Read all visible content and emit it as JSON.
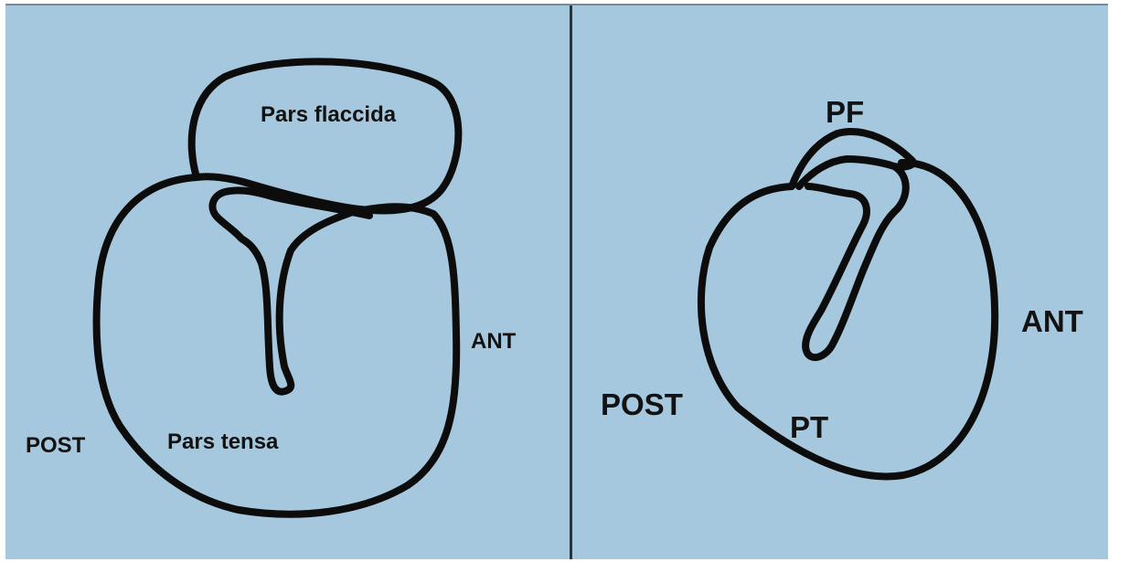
{
  "figure": {
    "background_color": "#a6c8de",
    "line_color": "#0c0c0c",
    "divider_color": "#2e3338"
  },
  "left_panel": {
    "label_pars_flaccida": "Pars flaccida",
    "label_pars_tensa": "Pars tensa",
    "label_ant": "ANT",
    "label_post": "POST"
  },
  "right_panel": {
    "label_pf": "PF",
    "label_pt": "PT",
    "label_ant": "ANT",
    "label_post": "POST"
  }
}
